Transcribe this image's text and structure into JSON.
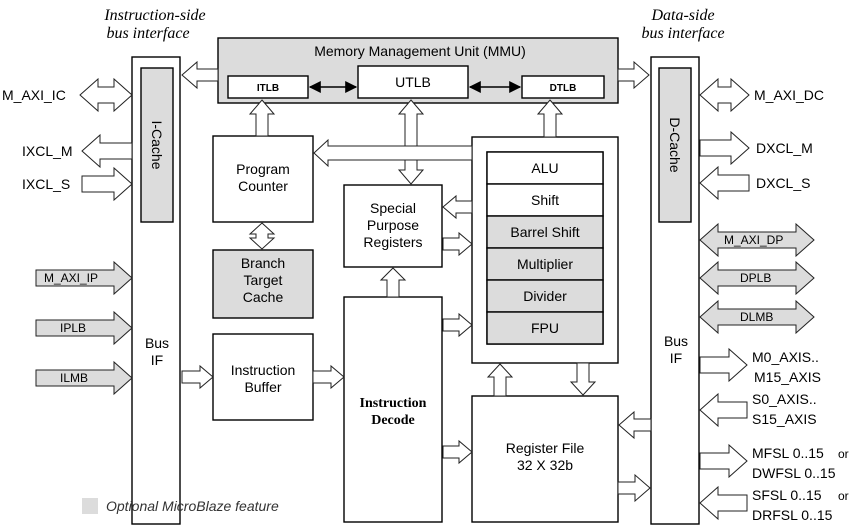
{
  "titles": {
    "instruction_side": [
      "Instruction-side",
      "bus interface"
    ],
    "data_side": [
      "Data-side",
      "bus interface"
    ]
  },
  "mmu": {
    "label": "Memory Management Unit (MMU)",
    "itlb": "ITLB",
    "utlb": "UTLB",
    "dtlb": "DTLB"
  },
  "i_cache": "I-Cache",
  "d_cache": "D-Cache",
  "bus_if_left": [
    "Bus",
    "IF"
  ],
  "bus_if_right": [
    "Bus",
    "IF"
  ],
  "program_counter": [
    "Program",
    "Counter"
  ],
  "branch_target_cache": [
    "Branch",
    "Target",
    "Cache"
  ],
  "instruction_buffer": [
    "Instruction",
    "Buffer"
  ],
  "special_purpose_registers": [
    "Special",
    "Purpose",
    "Registers"
  ],
  "instruction_decode": [
    "Instruction",
    "Decode"
  ],
  "register_file": [
    "Register File",
    "32 X 32b"
  ],
  "alu_units": [
    "ALU",
    "Shift",
    "Barrel Shift",
    "Multiplier",
    "Divider",
    "FPU"
  ],
  "left_ports": {
    "m_axi_ic": "M_AXI_IC",
    "ixcl_m": "IXCL_M",
    "ixcl_s": "IXCL_S",
    "m_axi_ip": "M_AXI_IP",
    "iplb": "IPLB",
    "ilmb": "ILMB"
  },
  "right_ports": {
    "m_axi_dc": "M_AXI_DC",
    "dxcl_m": "DXCL_M",
    "dxcl_s": "DXCL_S",
    "m_axi_dp": "M_AXI_DP",
    "dplb": "DPLB",
    "dlmb": "DLMB",
    "m_axis": [
      "M0_AXIS..",
      "M15_AXIS"
    ],
    "s_axis": [
      "S0_AXIS..",
      "S15_AXIS"
    ],
    "mfsl": [
      "MFSL 0..15",
      "or",
      "DWFSL 0..15"
    ],
    "sfsl": [
      "SFSL 0..15",
      "or",
      "DRFSL 0..15"
    ]
  },
  "legend": "Optional MicroBlaze feature"
}
